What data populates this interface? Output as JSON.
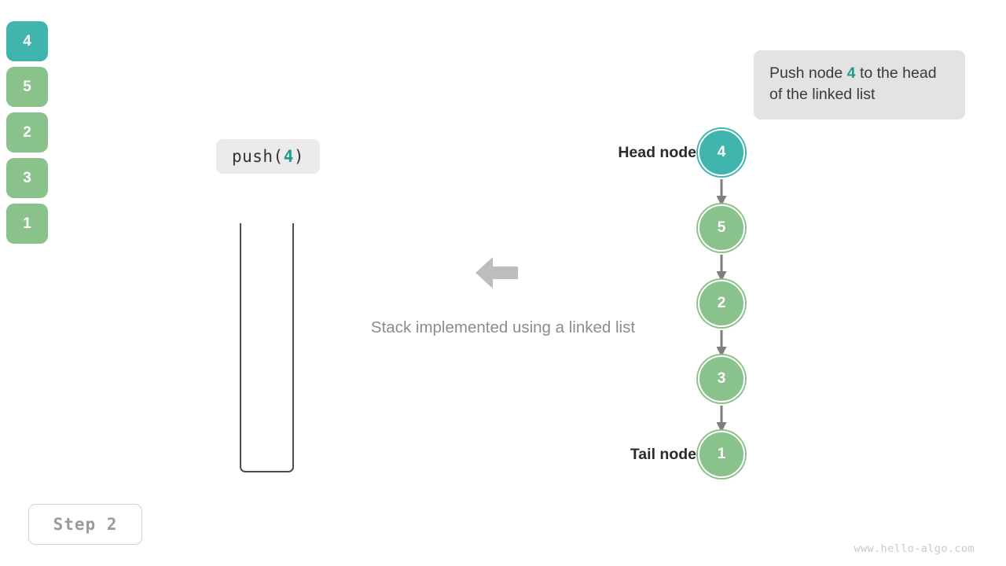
{
  "callout": {
    "text_before": "Push node ",
    "highlight": "4",
    "text_after": " to the head of the linked list"
  },
  "operation_chip": {
    "name": "push",
    "open_paren": "(",
    "arg": "4",
    "close_paren": ")"
  },
  "stack": {
    "name": "stack-visual",
    "cells": [
      {
        "value": "4",
        "state": "teal"
      },
      {
        "value": "5",
        "state": "green"
      },
      {
        "value": "2",
        "state": "green"
      },
      {
        "value": "3",
        "state": "green"
      },
      {
        "value": "1",
        "state": "green"
      }
    ]
  },
  "center": {
    "caption": "Stack implemented using a linked list",
    "arrow_icon": "arrow-left-icon"
  },
  "linked_list": {
    "head_label": "Head node",
    "tail_label": "Tail node",
    "nodes": [
      {
        "value": "4",
        "state": "teal",
        "label": "Head node"
      },
      {
        "value": "5",
        "state": "green",
        "label": ""
      },
      {
        "value": "2",
        "state": "green",
        "label": ""
      },
      {
        "value": "3",
        "state": "green",
        "label": ""
      },
      {
        "value": "1",
        "state": "green",
        "label": "Tail node"
      }
    ]
  },
  "step_badge": {
    "label": "Step 2"
  },
  "watermark": {
    "text": "www.hello-algo.com"
  },
  "colors": {
    "teal": "#3fb5ad",
    "teal_text": "#1f9c8c",
    "green": "#8ac28c",
    "gray_arrow": "#7f7f7f",
    "caption_gray": "#8c8c8c",
    "chip_bg": "#ebebeb",
    "callout_bg": "#e3e3e3",
    "stack_border": "#4d4d4d"
  }
}
